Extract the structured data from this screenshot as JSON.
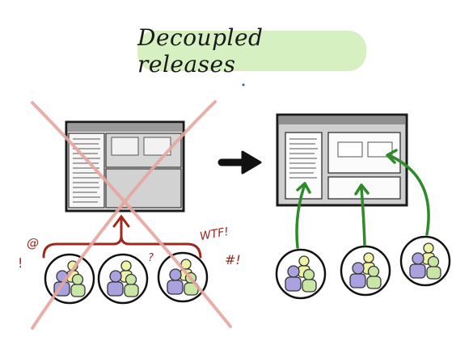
{
  "title": "Decoupled releases",
  "annotations": {
    "wtf": "WTF!",
    "hash": "#!",
    "excl": "!",
    "at": "@",
    "question": "?"
  },
  "colors": {
    "title_bg": "#d7f0c2",
    "cross": "#e8a6a0",
    "bracket": "#a0291b",
    "arrow_green": "#2f8a2a",
    "team_purple": "#a9a2df",
    "team_green": "#c8e6a4",
    "team_yellow": "#eef2a6"
  },
  "left_side": {
    "status": "crossed-out",
    "teams": 3,
    "monolith_panels": 4
  },
  "right_side": {
    "teams": 3,
    "independent_panels": 3
  }
}
